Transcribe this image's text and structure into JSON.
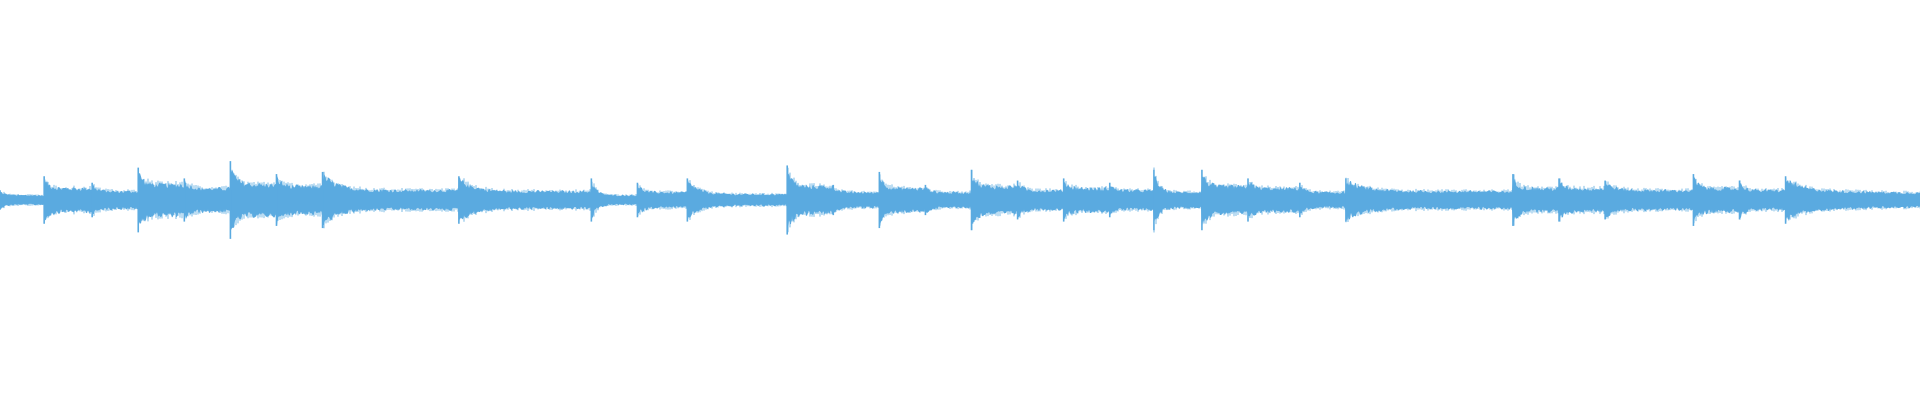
{
  "waveform": {
    "color": "#5aaae0",
    "background": "#ffffff",
    "onsets": [
      {
        "time": 0.0,
        "peak": 0.09,
        "sustain": 0.05
      },
      {
        "time": 0.023,
        "peak": 0.22,
        "sustain": 0.12
      },
      {
        "time": 0.048,
        "peak": 0.16,
        "sustain": 0.09
      },
      {
        "time": 0.072,
        "peak": 0.3,
        "sustain": 0.16
      },
      {
        "time": 0.096,
        "peak": 0.2,
        "sustain": 0.12
      },
      {
        "time": 0.12,
        "peak": 0.36,
        "sustain": 0.16
      },
      {
        "time": 0.144,
        "peak": 0.24,
        "sustain": 0.14
      },
      {
        "time": 0.168,
        "peak": 0.26,
        "sustain": 0.1
      },
      {
        "time": 0.239,
        "peak": 0.22,
        "sustain": 0.09
      },
      {
        "time": 0.308,
        "peak": 0.2,
        "sustain": 0.05
      },
      {
        "time": 0.332,
        "peak": 0.16,
        "sustain": 0.08
      },
      {
        "time": 0.358,
        "peak": 0.2,
        "sustain": 0.06
      },
      {
        "time": 0.41,
        "peak": 0.32,
        "sustain": 0.14
      },
      {
        "time": 0.434,
        "peak": 0.14,
        "sustain": 0.08
      },
      {
        "time": 0.458,
        "peak": 0.26,
        "sustain": 0.12
      },
      {
        "time": 0.482,
        "peak": 0.14,
        "sustain": 0.08
      },
      {
        "time": 0.506,
        "peak": 0.28,
        "sustain": 0.14
      },
      {
        "time": 0.53,
        "peak": 0.18,
        "sustain": 0.1
      },
      {
        "time": 0.554,
        "peak": 0.2,
        "sustain": 0.12
      },
      {
        "time": 0.578,
        "peak": 0.16,
        "sustain": 0.1
      },
      {
        "time": 0.601,
        "peak": 0.28,
        "sustain": 0.08
      },
      {
        "time": 0.626,
        "peak": 0.28,
        "sustain": 0.14
      },
      {
        "time": 0.65,
        "peak": 0.2,
        "sustain": 0.12
      },
      {
        "time": 0.677,
        "peak": 0.16,
        "sustain": 0.08
      },
      {
        "time": 0.701,
        "peak": 0.2,
        "sustain": 0.09
      },
      {
        "time": 0.788,
        "peak": 0.24,
        "sustain": 0.12
      },
      {
        "time": 0.812,
        "peak": 0.2,
        "sustain": 0.12
      },
      {
        "time": 0.836,
        "peak": 0.18,
        "sustain": 0.1
      },
      {
        "time": 0.882,
        "peak": 0.24,
        "sustain": 0.12
      },
      {
        "time": 0.906,
        "peak": 0.18,
        "sustain": 0.1
      },
      {
        "time": 0.93,
        "peak": 0.22,
        "sustain": 0.1
      }
    ],
    "end_level": 0.05
  }
}
